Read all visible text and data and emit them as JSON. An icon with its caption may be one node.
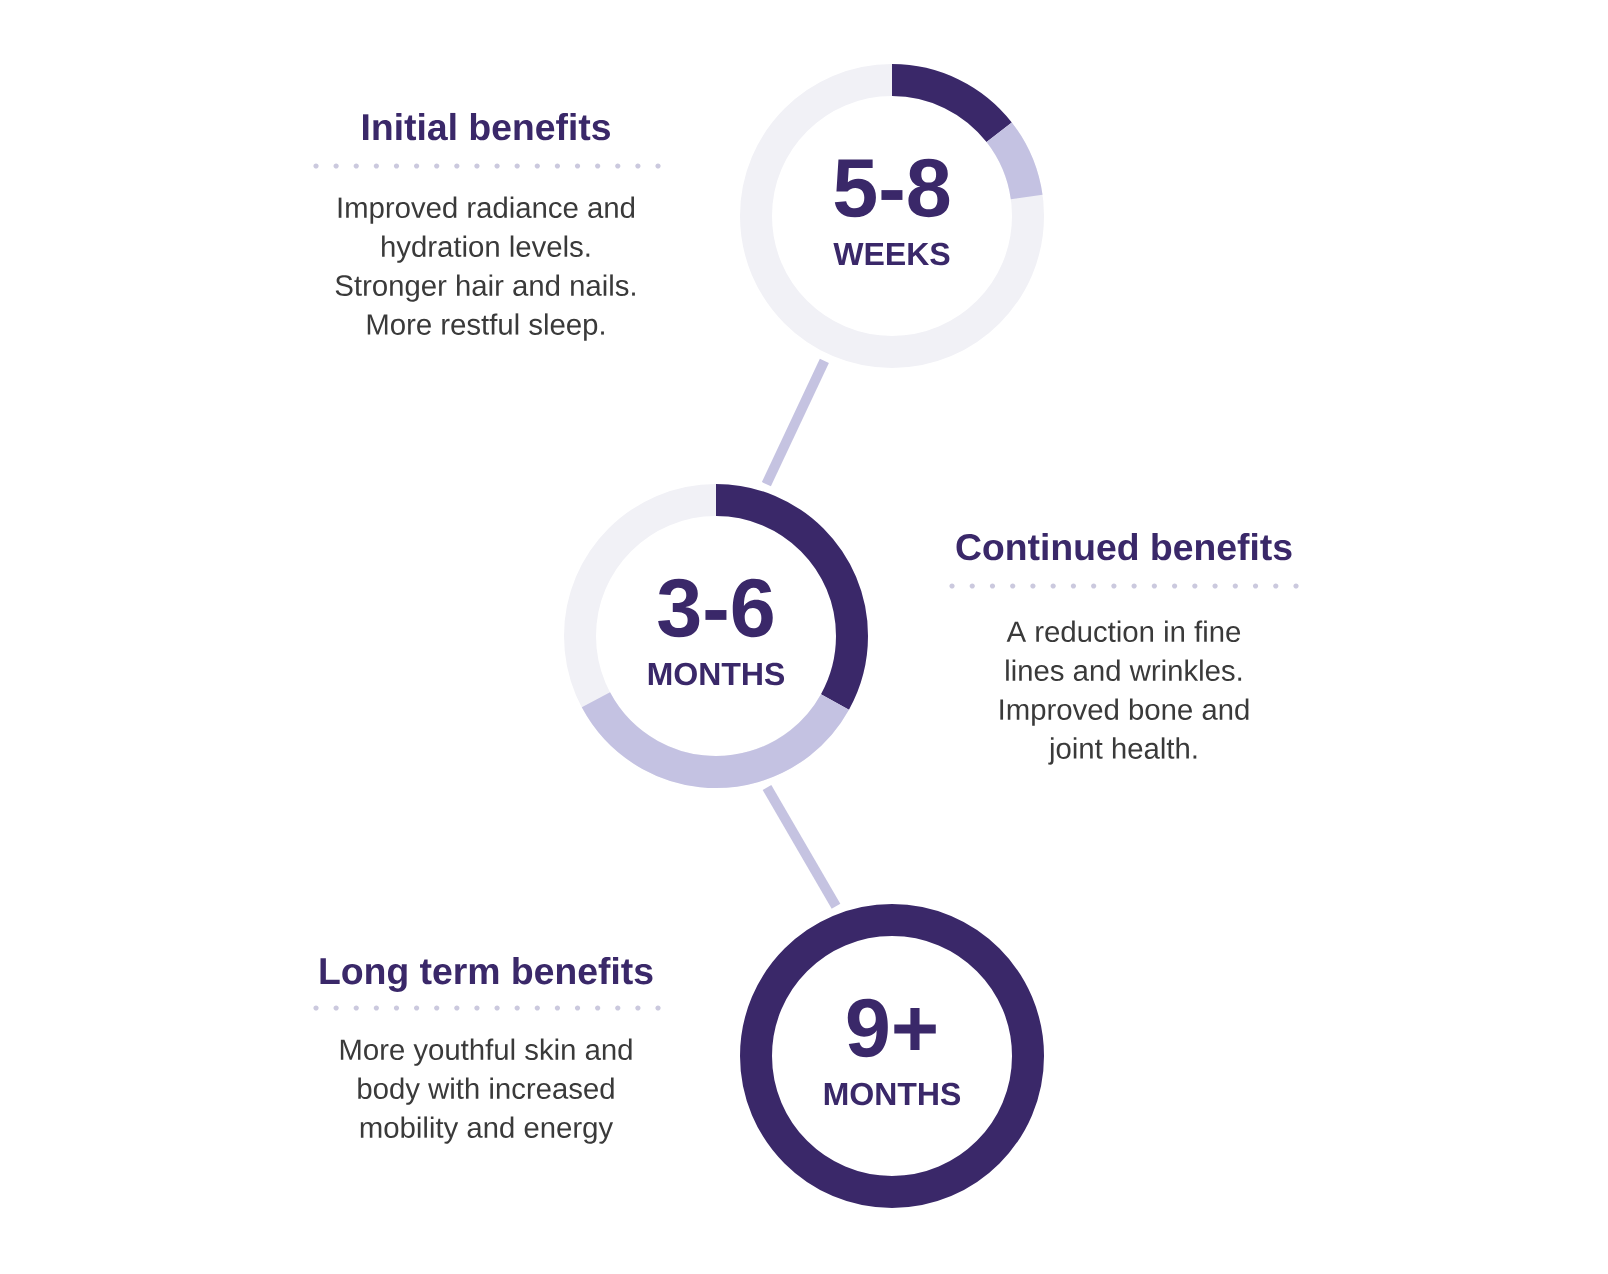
{
  "diagram": {
    "nodes": [
      {
        "text": [
          "5-8",
          "WEEKS"
        ],
        "beside": [
          "Initial benefits",
          "Improved radiance and hydration levels. Stronger hair and nails. More restful sleep."
        ]
      },
      {
        "text": [
          "3-6",
          "MONTHS"
        ],
        "beside": [
          "Continued benefits",
          "A reduction in fine lines and wrinkles. Improved bone and joint health."
        ]
      },
      {
        "text": [
          "9+",
          "MONTHS"
        ],
        "beside": [
          "Long term benefits",
          "More youthful skin and body with increased mobility and energy"
        ]
      }
    ],
    "edges": [
      {
        "from": 0,
        "to": 1,
        "arrow": "none"
      },
      {
        "from": 1,
        "to": 2,
        "arrow": "none"
      }
    ]
  }
}
